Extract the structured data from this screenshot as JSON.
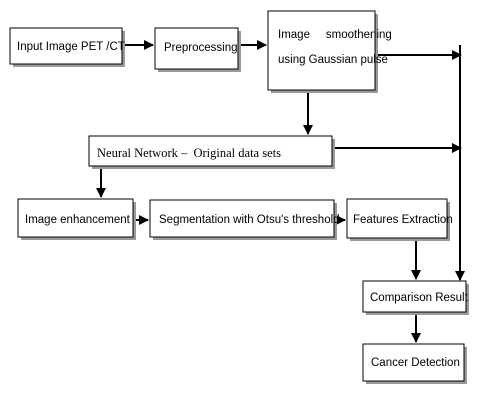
{
  "nodes": {
    "input_image": "Input Image PET /CT",
    "preprocessing": "Preprocessing",
    "smoothening_line1": "Image     smoothening",
    "smoothening_line2": "using Gaussian pulse",
    "neural_network": "Neural Network –  Original data sets",
    "image_enhancement": "Image enhancement",
    "segmentation": "Segmentation with Otsu's threshold",
    "features_extraction": "Features Extraction",
    "comparison_result": "Comparison Result",
    "cancer_detection": "Cancer Detection"
  },
  "colors": {
    "box_border": "#000000",
    "box_shadow": "#9a9a9a",
    "arrow": "#000000"
  }
}
